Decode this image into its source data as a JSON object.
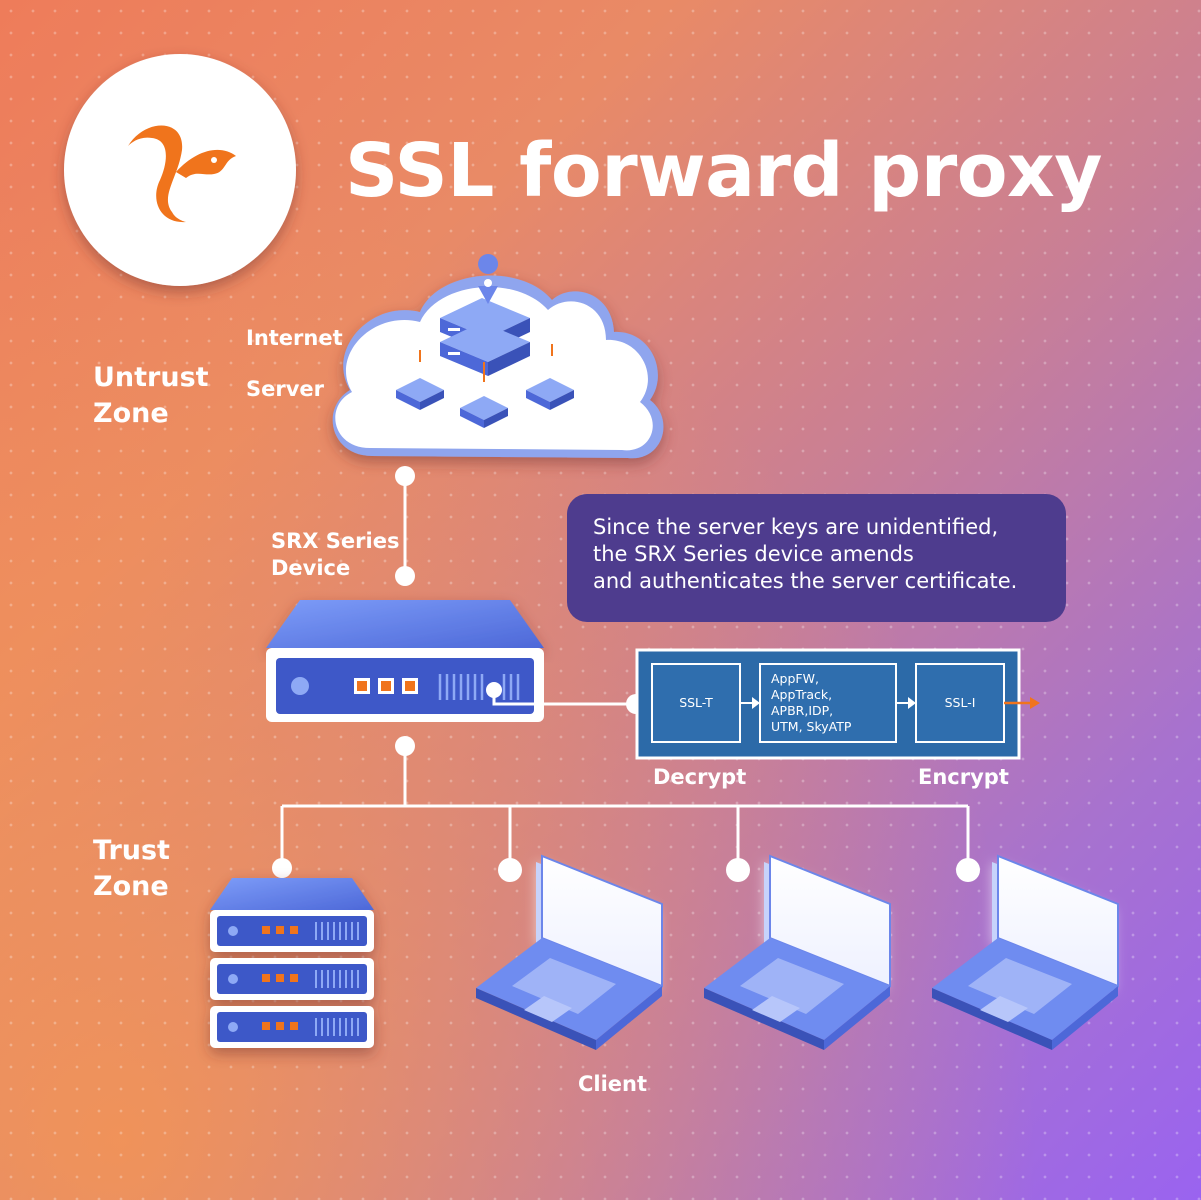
{
  "title": "SSL forward proxy",
  "zones": {
    "untrust": "Untrust\nZone",
    "trust": "Trust\nZone"
  },
  "labels": {
    "internet": "Internet",
    "server": "Server",
    "srx_device": "SRX Series\nDevice",
    "decrypt": "Decrypt",
    "encrypt": "Encrypt",
    "client": "Client"
  },
  "callout": "Since the server keys are unidentified,\nthe SRX Series device amends\nand authenticates the server certificate.",
  "pipeline": {
    "ssl_t": "SSL-T",
    "services": "AppFW,\nAppTrack,\nAPBR,IDP,\nUTM, SkyATP",
    "ssl_i": "SSL-I"
  },
  "colors": {
    "accent_orange": "#f0741c",
    "device_blue": "#5a7ae6",
    "callout_purple": "#4e3c8e",
    "pipeline_teal": "#2c6aa8"
  },
  "icons": [
    "squirrel-logo-icon",
    "cloud-icon",
    "server-stack-icon",
    "network-device-icon",
    "laptop-icon"
  ]
}
